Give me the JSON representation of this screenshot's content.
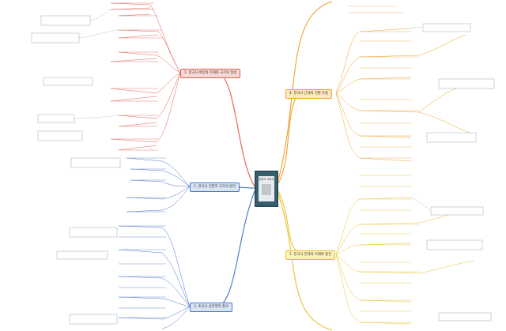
{
  "center": {
    "title": "한국사 교과서"
  },
  "branches": {
    "top_left": {
      "label": "1. 한국사 바탕의 이해와 국가의 형성"
    },
    "mid_left": {
      "label": "2. 한국사 전통적 국가의 발전"
    },
    "bottom_left": {
      "label": "3. 조선사 성리학적 질서"
    },
    "top_right": {
      "label": "4. 한국사 근대의 전환 흐름"
    },
    "bottom_right": {
      "label": "5. 한국사 현대의 이해와 발전"
    }
  },
  "colors": {
    "red": "#e25d4f",
    "blue": "#4a74c9",
    "orange": "#f0a12d",
    "yellow": "#e8c22a"
  }
}
